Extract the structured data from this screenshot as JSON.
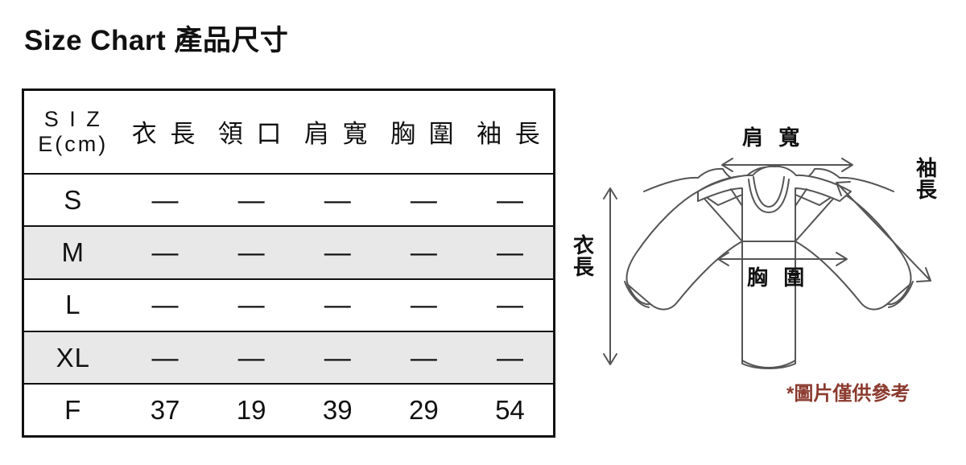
{
  "page": {
    "title": "Size Chart 產品尺寸",
    "background_color": "#ffffff",
    "text_color": "#111111"
  },
  "size_table": {
    "columns": [
      {
        "key": "size",
        "label": "S I Z E(cm)"
      },
      {
        "key": "length",
        "label": "衣 長"
      },
      {
        "key": "neck",
        "label": "領 口"
      },
      {
        "key": "shoulder",
        "label": "肩 寬"
      },
      {
        "key": "chest",
        "label": "胸 圍"
      },
      {
        "key": "sleeve",
        "label": "袖 長"
      }
    ],
    "rows": [
      {
        "size": "S",
        "length": "—",
        "neck": "—",
        "shoulder": "—",
        "chest": "—",
        "sleeve": "—",
        "shaded": false
      },
      {
        "size": "M",
        "length": "—",
        "neck": "—",
        "shoulder": "—",
        "chest": "—",
        "sleeve": "—",
        "shaded": true
      },
      {
        "size": "L",
        "length": "—",
        "neck": "—",
        "shoulder": "—",
        "chest": "—",
        "sleeve": "—",
        "shaded": false
      },
      {
        "size": "XL",
        "length": "—",
        "neck": "—",
        "shoulder": "—",
        "chest": "—",
        "sleeve": "—",
        "shaded": true
      },
      {
        "size": "F",
        "length": "37",
        "neck": "19",
        "shoulder": "39",
        "chest": "29",
        "sleeve": "54",
        "shaded": false
      }
    ],
    "shaded_row_color": "#e8e8e8",
    "border_color": "#111111"
  },
  "diagram": {
    "garment": "long-sleeve-crewneck-sweatshirt",
    "line_color": "#555555",
    "labels": {
      "shoulder": "肩 寬",
      "chest": "胸 圍",
      "sleeve": "袖長",
      "length": "衣長"
    },
    "footnote": {
      "text": "*圖片僅供參考",
      "color": "#8B3A2E"
    }
  }
}
